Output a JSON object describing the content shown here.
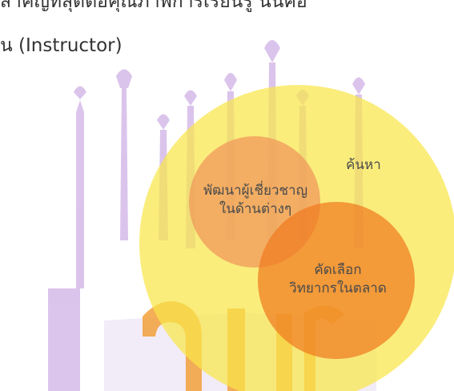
{
  "header": {
    "line1": "สำคัญที่สุดต่อคุณภาพการเรียนรู้ นั่นคือ",
    "line2": "น (Instructor)"
  },
  "diagram": {
    "labels": {
      "search": "ค้นหา",
      "develop_line1": "พัฒนาผู้เชี่ยวชาญ",
      "develop_line2": "ในด้านต่างๆ",
      "select_line1": "คัดเลือก",
      "select_line2": "วิทยากรในตลาด"
    },
    "colors": {
      "outer_circle": "#f8e64a",
      "inner_circle_small": "#f0955a",
      "inner_circle_large": "#f07a20",
      "watermark": "#c9a6e3"
    }
  }
}
